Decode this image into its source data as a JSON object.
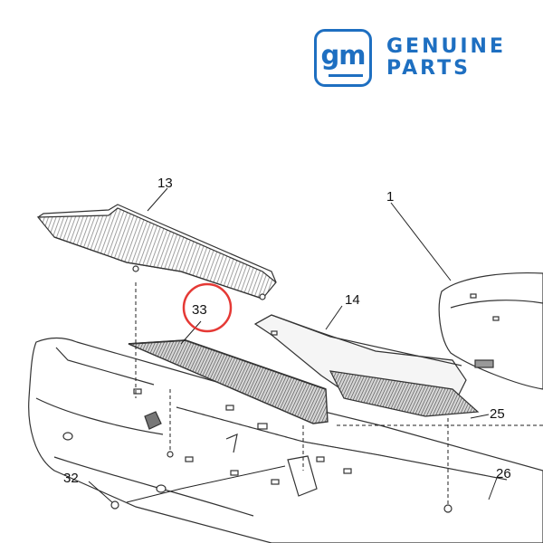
{
  "brand": {
    "mark": "gm",
    "line1": "GENUINE",
    "line2": "PARTS",
    "color": "#1e6fc1"
  },
  "highlight_color": "#e53935",
  "callouts": {
    "c13": "13",
    "c1": "1",
    "c33": "33",
    "c14": "14",
    "c25": "25",
    "c32": "32",
    "c26": "26"
  }
}
